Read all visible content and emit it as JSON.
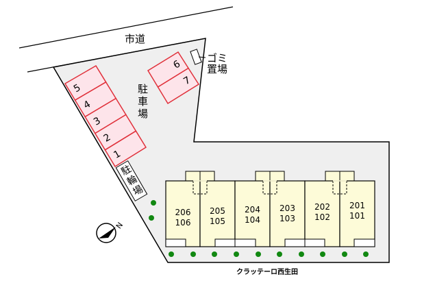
{
  "road_label": "市道",
  "parking_label": "駐車場",
  "garbage_label_line1": "ゴミ",
  "garbage_label_line2": "置場",
  "bicycle_label": "駐輪場",
  "parking_spaces": [
    "5",
    "4",
    "3",
    "2",
    "1"
  ],
  "parking_spaces_right": [
    "6",
    "7"
  ],
  "units": [
    {
      "upper": "206",
      "lower": "106"
    },
    {
      "upper": "205",
      "lower": "105"
    },
    {
      "upper": "204",
      "lower": "104"
    },
    {
      "upper": "203",
      "lower": "103"
    },
    {
      "upper": "202",
      "lower": "102"
    },
    {
      "upper": "201",
      "lower": "101"
    }
  ],
  "building_name": "クラッテーロ西生田",
  "compass_label": "N",
  "colors": {
    "site": "#efefef",
    "parking_fill": "#fde4ea",
    "parking_stroke": "#e0303a",
    "unit_fill": "#fdfbd8",
    "tree": "#118811"
  }
}
